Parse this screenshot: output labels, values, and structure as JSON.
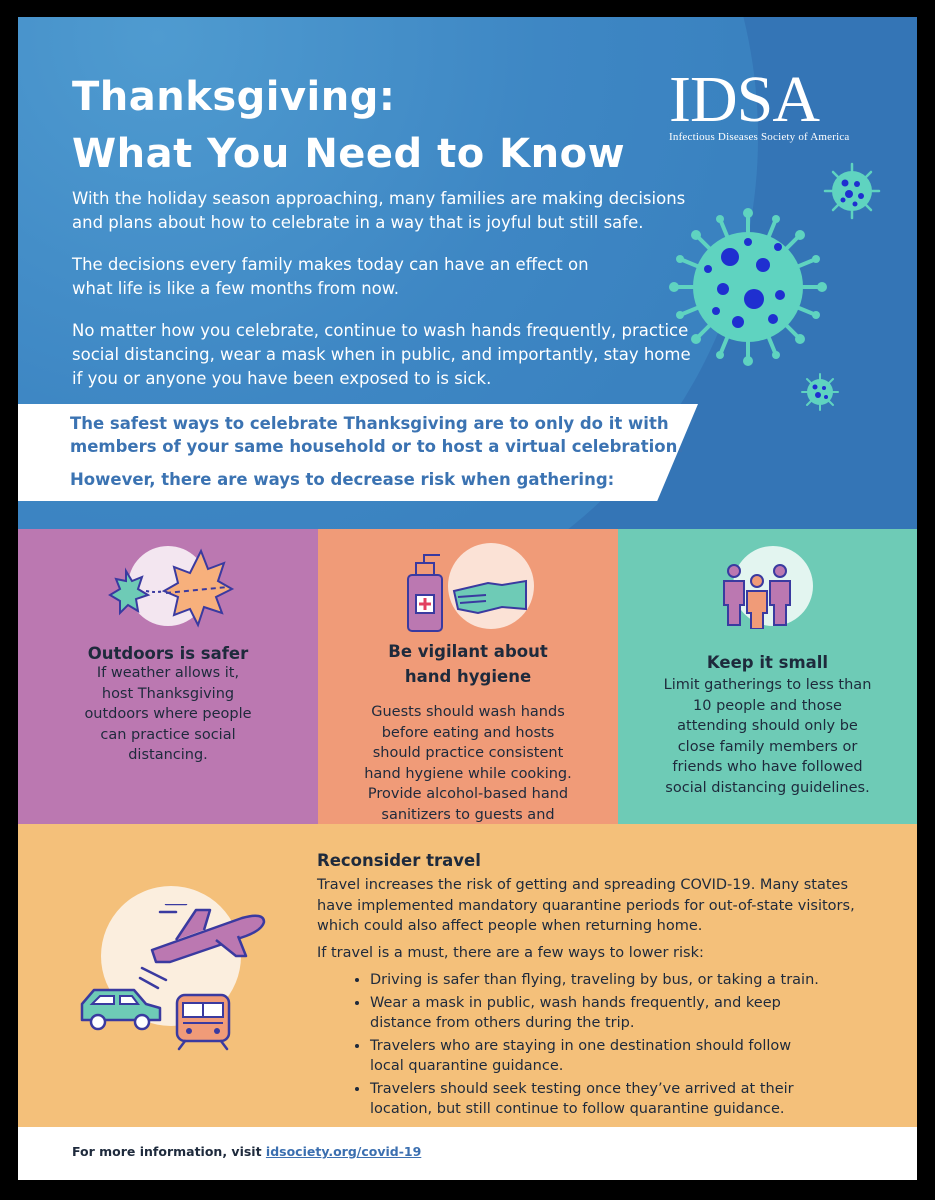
{
  "header": {
    "title_line1": "Thanksgiving:",
    "title_line2": "What You Need to Know",
    "intro": [
      "With the holiday season approaching, many families are making decisions and plans about how to celebrate in a way that is joyful but still safe.",
      "The decisions every family makes today can have an effect on what life is like a few months from now.",
      "No matter how you celebrate, continue to wash hands frequently, practice social distancing, wear a mask when in public, and importantly, stay home if you or anyone you have been exposed to is sick."
    ],
    "logo_mark": "IDSA",
    "logo_sub": "Infectious Diseases Society of America"
  },
  "banner": {
    "line1": "The safest ways to celebrate Thanksgiving are to only do it with members of your same household or to host a virtual celebration.",
    "line2": "However, there are ways to decrease risk when gathering:"
  },
  "tips": [
    {
      "heading": "Outdoors is safer",
      "text": "If weather allows it, host Thanksgiving outdoors where people can practice social distancing.",
      "icon": "leaves-icon"
    },
    {
      "heading": "Be vigilant about hand hygiene",
      "text": "Guests should wash hands before eating and hosts should practice consistent hand hygiene while cooking. Provide alcohol-based hand sanitizers to guests and family.",
      "icon": "hand-sanitizer-icon"
    },
    {
      "heading": "Keep it small",
      "text": "Limit gatherings to less than 10 people and those attending should only be close family members or friends who have followed social distancing guidelines.",
      "icon": "people-group-icon"
    }
  ],
  "travel": {
    "heading": "Reconsider travel",
    "paragraph": "Travel increases the risk of getting and spreading COVID-19. Many states have implemented mandatory quarantine periods for out-of-state visitors, which could also affect people when returning home.",
    "paragraph2": "If travel is a must, there are a few ways to lower risk:",
    "bullets": [
      "Driving is safer than flying, traveling by bus, or taking a train.",
      "Wear a mask in public, wash hands frequently, and keep distance from others during the trip.",
      "Travelers who are staying in one destination should follow local quarantine guidance.",
      "Travelers should seek testing once they’ve arrived at their location, but still continue to follow quarantine guidance."
    ]
  },
  "footer": {
    "text": "For more information, visit ",
    "link": "idsociety.org/covid-19"
  },
  "colors": {
    "header_blue": "#3475b6",
    "banner_text": "#3b73b2",
    "purple": "#bb78b1",
    "orange": "#f09b78",
    "teal": "#6ecbb6",
    "travel": "#f4c07a",
    "virus_teal": "#5fd3c0",
    "virus_dots": "#1f2fd0"
  }
}
